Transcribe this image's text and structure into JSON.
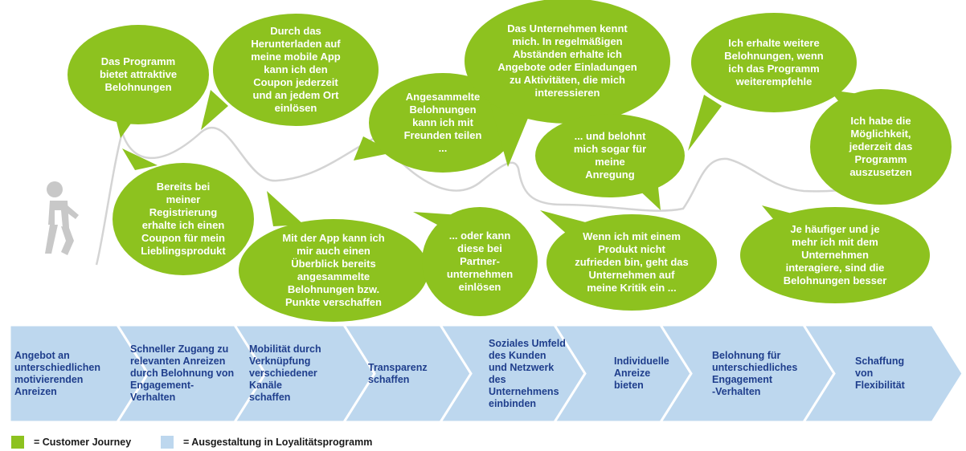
{
  "colors": {
    "bubble": "#8dc21f",
    "chevron": "#bdd7ee",
    "chevron_text": "#1f3e8c",
    "path": "#d4d4d4",
    "person": "#c8c8c8"
  },
  "person_icon": "walking-person-icon",
  "bubbles": [
    "Das Programm\nbietet attraktive\nBelohnungen",
    "Durch das\nHerunterladen auf\nmeine mobile App\nkann ich den\nCoupon jederzeit\nund an jedem Ort\neinlösen",
    "Bereits bei\nmeiner\nRegistrierung\nerhalte ich einen\nCoupon für mein\nLieblingsprodukt",
    "Mit der App kann ich\nmir auch einen\nÜberblick bereits\nangesammelte\nBelohnungen bzw.\nPunkte verschaffen",
    "Angesammelte\nBelohnungen\nkann ich mit\nFreunden teilen\n...",
    "... oder kann\ndiese bei\nPartner-\nunternehmen\neinlösen",
    "Das Unternehmen kennt\nmich. In regelmäßigen\nAbständen erhalte ich\nAngebote oder Einladungen\nzu Aktivitäten, die mich\ninteressieren",
    "... und belohnt\nmich sogar für\nmeine\nAnregung",
    "Wenn ich mit einem\nProdukt nicht\nzufrieden bin, geht das\nUnternehmen auf\nmeine Kritik ein ...",
    "Ich erhalte weitere\nBelohnungen, wenn\nich das Programm\nweiterempfehle",
    "Ich habe die\nMöglichkeit,\njederzeit das\nProgramm\nauszusetzen",
    "Je häufiger und je\nmehr ich mit dem\nUnternehmen\ninteragiere, sind die\nBelohnungen besser"
  ],
  "chevrons": [
    "Angebot an\nunterschiedlichen\nmotivierenden\nAnreizen",
    "Schneller Zugang zu\nrelevanten Anreizen\ndurch Belohnung von\nEngagement-\nVerhalten",
    "Mobilität durch\nVerknüpfung\nverschiedener\nKanäle\nschaffen",
    "Transparenz\nschaffen",
    "Soziales Umfeld\ndes Kunden\nund Netzwerk\ndes\nUnternehmens\neinbinden",
    "Individuelle\nAnreize\nbieten",
    "Belohnung für\nunterschiedliches\nEngagement\n-Verhalten",
    "Schaffung\nvon\nFlexibilität"
  ],
  "legend": {
    "customer_journey": "= Customer Journey",
    "loyalty_program": "= Ausgestaltung in Loyalitätsprogramm"
  }
}
